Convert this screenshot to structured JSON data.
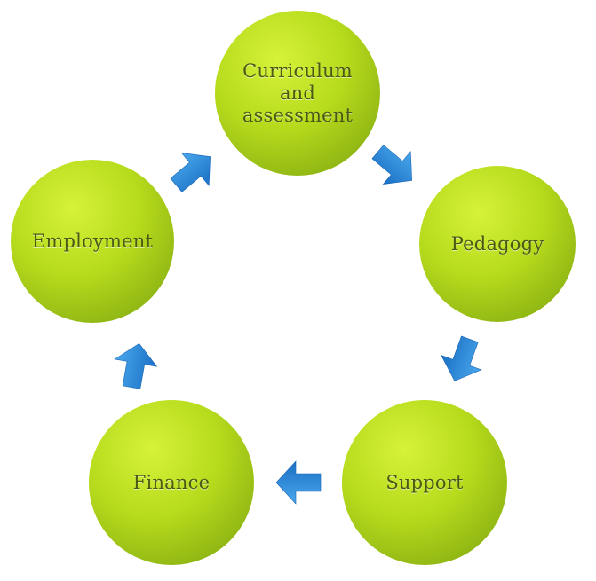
{
  "diagram": {
    "nodes": [
      {
        "id": "curriculum",
        "lines": [
          "Curriculum",
          "and",
          "assessment"
        ]
      },
      {
        "id": "pedagogy",
        "lines": [
          "Pedagogy"
        ]
      },
      {
        "id": "support",
        "lines": [
          "Support"
        ]
      },
      {
        "id": "finance",
        "lines": [
          "Finance"
        ]
      },
      {
        "id": "employment",
        "lines": [
          "Employment"
        ]
      }
    ],
    "arrows": [
      {
        "from": "curriculum",
        "to": "pedagogy"
      },
      {
        "from": "pedagogy",
        "to": "support"
      },
      {
        "from": "support",
        "to": "finance"
      },
      {
        "from": "finance",
        "to": "employment"
      },
      {
        "from": "employment",
        "to": "curriculum"
      }
    ],
    "colors": {
      "circle_light": "#d6f23a",
      "circle_mid": "#b6db1c",
      "circle_dark": "#8fb514",
      "arrow_light": "#4aa8ec",
      "arrow_dark": "#1a6fc4",
      "label": "#4a5a12"
    }
  }
}
